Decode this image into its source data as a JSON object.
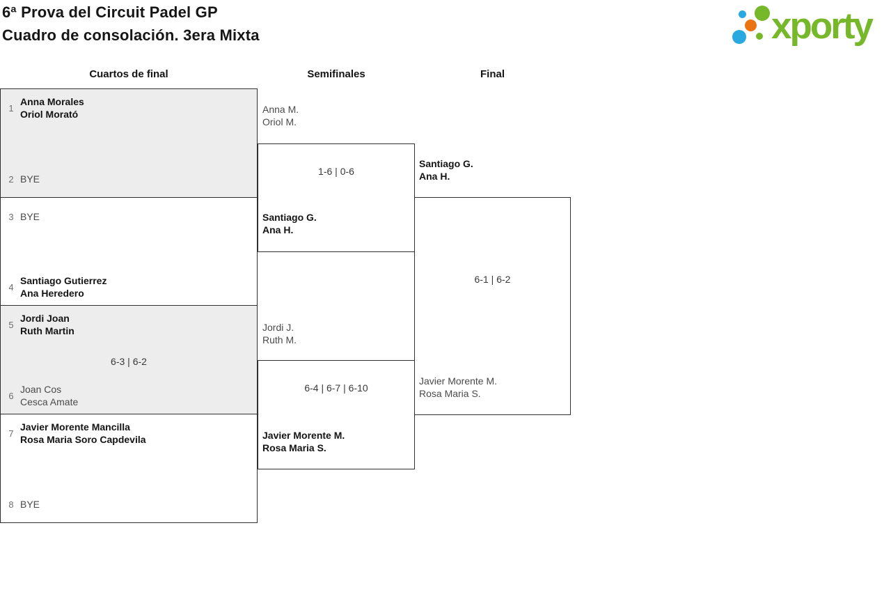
{
  "header": {
    "title_line1": "6ª Prova del Circuit Padel GP",
    "title_line2": "Cuadro de consolación. 3era Mixta"
  },
  "logo": {
    "text": "xporty",
    "colors": {
      "green": "#76b82a",
      "blue": "#29a9e0",
      "orange": "#ea7412"
    }
  },
  "rounds": {
    "quarterfinals_label": "Cuartos de final",
    "semifinals_label": "Semifinales",
    "final_label": "Final"
  },
  "quarterfinals": [
    {
      "seed_top": "1",
      "top_line1": "Anna Morales",
      "top_line2": "Oriol Morató",
      "top_winner": true,
      "seed_bottom": "2",
      "bottom_line1": "BYE",
      "bottom_line2": "",
      "bottom_winner": false,
      "score": ""
    },
    {
      "seed_top": "3",
      "top_line1": "BYE",
      "top_line2": "",
      "top_winner": false,
      "seed_bottom": "4",
      "bottom_line1": "Santiago Gutierrez",
      "bottom_line2": "Ana Heredero",
      "bottom_winner": true,
      "score": ""
    },
    {
      "seed_top": "5",
      "top_line1": "Jordi Joan",
      "top_line2": "Ruth Martin",
      "top_winner": true,
      "seed_bottom": "6",
      "bottom_line1": "Joan Cos",
      "bottom_line2": "Cesca Amate",
      "bottom_winner": false,
      "score": "6-3 | 6-2"
    },
    {
      "seed_top": "7",
      "top_line1": "Javier Morente Mancilla",
      "top_line2": "Rosa Maria Soro Capdevila",
      "top_winner": true,
      "seed_bottom": "8",
      "bottom_line1": "BYE",
      "bottom_line2": "",
      "bottom_winner": false,
      "score": ""
    }
  ],
  "semifinals": [
    {
      "top_line1": "Anna M.",
      "top_line2": "Oriol M.",
      "top_winner": false,
      "bottom_line1": "Santiago G.",
      "bottom_line2": "Ana H.",
      "bottom_winner": true,
      "score": "1-6 | 0-6"
    },
    {
      "top_line1": "Jordi J.",
      "top_line2": "Ruth M.",
      "top_winner": false,
      "bottom_line1": "Javier Morente M.",
      "bottom_line2": "Rosa Maria S.",
      "bottom_winner": true,
      "score": "6-4 | 6-7 | 6-10"
    }
  ],
  "final": {
    "top_line1": "Santiago G.",
    "top_line2": "Ana H.",
    "top_winner": true,
    "bottom_line1": "Javier Morente M.",
    "bottom_line2": "Rosa Maria S.",
    "bottom_winner": false,
    "score": "6-1 | 6-2"
  }
}
